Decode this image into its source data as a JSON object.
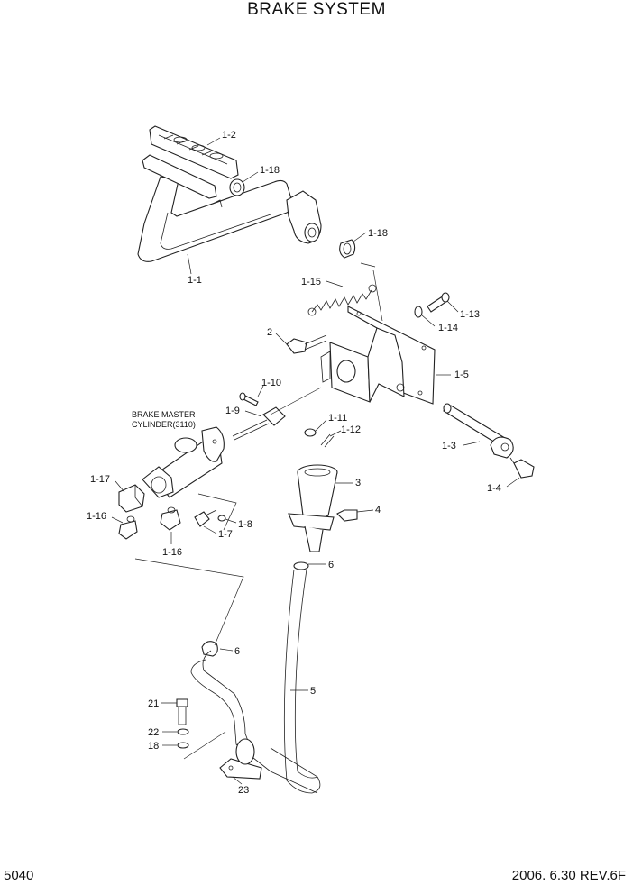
{
  "title": "BRAKE SYSTEM",
  "page_number": "5040",
  "revision": "2006. 6.30 REV.6F",
  "caption": {
    "line1": "BRAKE MASTER",
    "line2": "CYLINDER(3110)"
  },
  "labels": {
    "p1_2": "1-2",
    "p1_18a": "1-18",
    "p1_18b": "1-18",
    "p1_1": "1-1",
    "p1_15": "1-15",
    "p1_13": "1-13",
    "p1_14": "1-14",
    "p2": "2",
    "p1_5": "1-5",
    "p1_10": "1-10",
    "p1_9": "1-9",
    "p1_11": "1-11",
    "p1_12": "1-12",
    "p1_3": "1-3",
    "p1_4": "1-4",
    "p3": "3",
    "p1_17": "1-17",
    "p4": "4",
    "p1_16a": "1-16",
    "p1_8": "1-8",
    "p1_7": "1-7",
    "p1_16b": "1-16",
    "p6a": "6",
    "p6b": "6",
    "p5": "5",
    "p21": "21",
    "p22": "22",
    "p18": "18",
    "p23": "23"
  }
}
